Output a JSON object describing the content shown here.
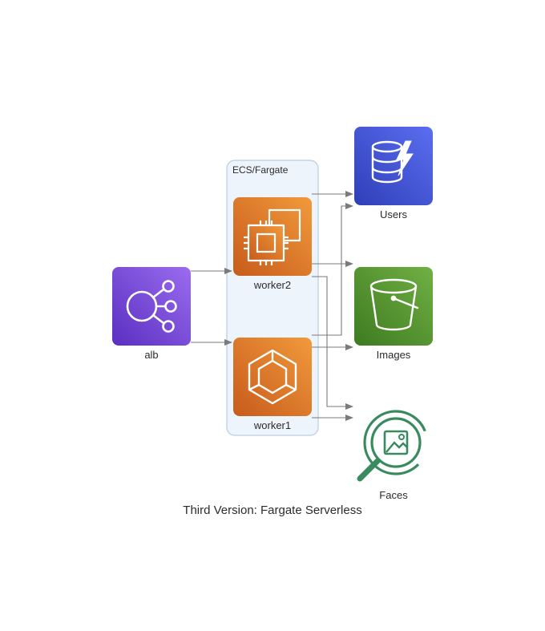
{
  "diagram": {
    "title": "Third Version: Fargate Serverless",
    "cluster": {
      "label": "ECS/Fargate"
    },
    "nodes": [
      {
        "id": "alb",
        "label": "alb",
        "icon": "elastic-load-balancing-icon",
        "color": "#7d4fd6"
      },
      {
        "id": "worker2",
        "label": "worker2",
        "icon": "ec2-instance-icon",
        "color": "#e07b2a"
      },
      {
        "id": "worker1",
        "label": "worker1",
        "icon": "ecs-icon",
        "color": "#e07b2a"
      },
      {
        "id": "users",
        "label": "Users",
        "icon": "dynamodb-icon",
        "color": "#4b5fe0"
      },
      {
        "id": "images",
        "label": "Images",
        "icon": "s3-bucket-icon",
        "color": "#5e9f36"
      },
      {
        "id": "faces",
        "label": "Faces",
        "icon": "rekognition-icon",
        "color": "#3a8a60"
      }
    ],
    "edges": [
      {
        "from": "alb",
        "to": "worker2"
      },
      {
        "from": "alb",
        "to": "worker1"
      },
      {
        "from": "worker2",
        "to": "users"
      },
      {
        "from": "worker2",
        "to": "images"
      },
      {
        "from": "worker2",
        "to": "faces"
      },
      {
        "from": "worker1",
        "to": "users"
      },
      {
        "from": "worker1",
        "to": "images"
      },
      {
        "from": "worker1",
        "to": "faces"
      }
    ]
  }
}
